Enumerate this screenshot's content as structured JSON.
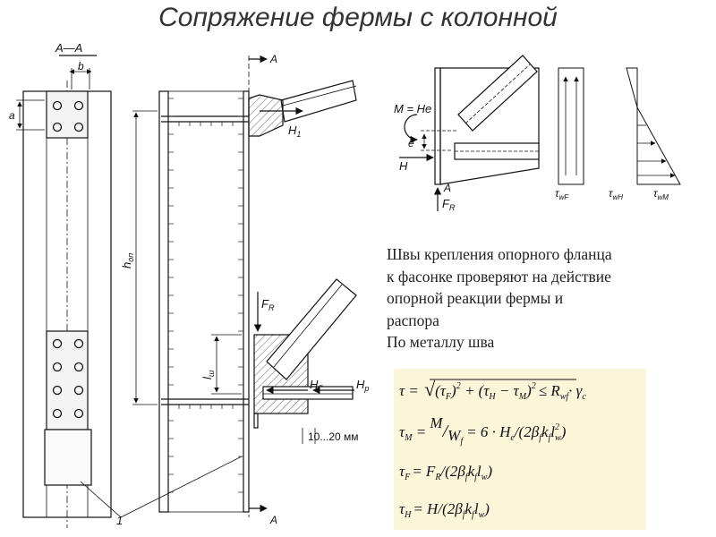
{
  "title": "Сопряжение фермы с колонной",
  "labels": {
    "section_aa": "А—А",
    "b": "b",
    "a": "a",
    "arrow_a_top": "А",
    "arrow_a_bottom": "А",
    "h_op": "h",
    "h_op_sub": "оп",
    "h1": "H",
    "h1_sub": "1",
    "fr": "F",
    "fr_sub": "R",
    "l_sh": "l",
    "l_sh_sub": "ш",
    "hg": "H",
    "hg_sub": "Г",
    "hp": "H",
    "hp_sub": "р",
    "gap": "10...20 мм",
    "one": "1",
    "m_he": "M = He",
    "e": "e",
    "h_force": "H",
    "a_point": "А",
    "fr2": "F",
    "fr2_sub": "R",
    "tau_wf": "τ",
    "tau_wf_sub": "wF",
    "tau_wh": "τ",
    "tau_wh_sub": "wH",
    "tau_wm": "τ",
    "tau_wm_sub": "wM"
  },
  "description": [
    "Швы крепления опорного фланца",
    "к фасонке проверяют на действие",
    "опорной реакции фермы и",
    "распора",
    "По металлу шва"
  ],
  "formulas": {
    "f1_lhs": "τ =",
    "f1_rhs": "≤ R",
    "f1_rsub": "wf",
    "f1_gamma": "· γ",
    "f1_gsub": "c",
    "f2_lhs": "τ",
    "f2_lsub": "M",
    "f2_m": "M",
    "f2_w": "W",
    "f2_wsub": "f",
    "f2_rhs": "= 6 · H",
    "f2_hsub": "e",
    "f3_lhs": "τ",
    "f3_lsub": "F",
    "f3_rhs": "= F",
    "f3_rsub": "R",
    "f4_lhs": "τ",
    "f4_lsub": "H",
    "f4_rhs": "= H",
    "beta": "2β",
    "beta_sub": "f",
    "k": "k",
    "k_sub": "f",
    "l": "l",
    "l_sub": "w",
    "tau_f": "τ",
    "tau_f_sub": "F",
    "tau_h": "τ",
    "tau_h_sub": "H",
    "tau_m": "τ",
    "tau_m_sub": "M",
    "two": "2",
    "slash": "/"
  }
}
